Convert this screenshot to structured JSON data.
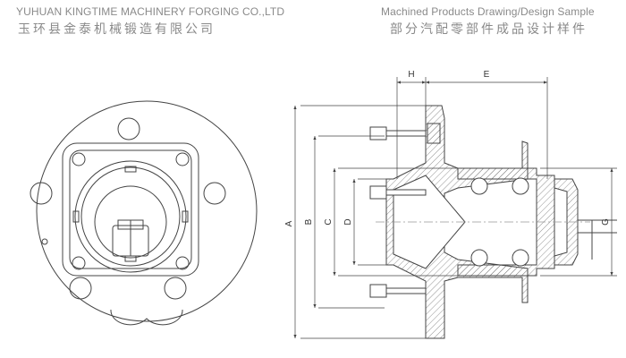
{
  "header": {
    "company_en": "YUHUAN KINGTIME MACHINERY FORGING CO.,LTD",
    "company_cn": "玉环县金泰机械锻造有限公司",
    "sample_en": "Machined Products Drawing/Design Sample",
    "sample_cn": "部分汽配零部件成品设计样件"
  },
  "dimensions": {
    "H": "H",
    "E": "E",
    "A": "A",
    "B": "B",
    "C": "C",
    "D": "D",
    "G": "G"
  }
}
